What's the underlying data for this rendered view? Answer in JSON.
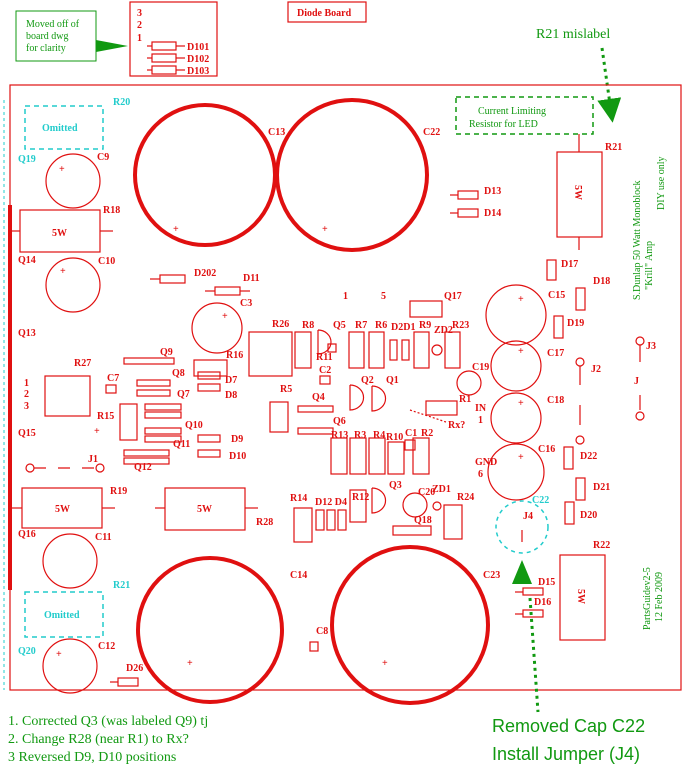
{
  "title": "Diode Board",
  "moved_note": [
    "Moved off of",
    "board dwg",
    "for clarity"
  ],
  "diode_board": {
    "numbers": [
      "3",
      "2",
      "1"
    ],
    "diodes": [
      "D101",
      "D102",
      "D103"
    ]
  },
  "r21_mislabel": "R21 mislabel",
  "current_limit_note": [
    "Current Limiting",
    "Resistor for LED"
  ],
  "side_title": [
    "S.Dunlap 50 Watt Monoblock",
    "\"Krill\" Amp",
    "DIY use only"
  ],
  "parts_guide": [
    "PartsGuidev2-5",
    "12 Feb 2009"
  ],
  "omitted": "Omitted",
  "resistor_5w": "5W",
  "labels": {
    "C13": "C13",
    "C22": "C22",
    "C14": "C14",
    "C23": "C23",
    "R20": "R20",
    "R21": "R21",
    "R18": "R18",
    "R22": "R22",
    "R28": "R28",
    "R19": "R19",
    "R26": "R26",
    "R27": "R27",
    "R15": "R15",
    "R16": "R16",
    "R5": "R5",
    "R8": "R8",
    "R7": "R7",
    "R6": "R6",
    "R9": "R9",
    "R23": "R23",
    "R11": "R11",
    "R13": "R13",
    "R3": "R3",
    "R4": "R4",
    "R10": "R10",
    "R2": "R2",
    "R1": "R1",
    "R14": "R14",
    "R12": "R12",
    "R24": "R24",
    "Rx": "Rx?",
    "Q19": "Q19",
    "Q14": "Q14",
    "Q13": "Q13",
    "Q15": "Q15",
    "Q16": "Q16",
    "Q20": "Q20",
    "Q9": "Q9",
    "Q8": "Q8",
    "Q7": "Q7",
    "Q10": "Q10",
    "Q11": "Q11",
    "Q12": "Q12",
    "Q5": "Q5",
    "Q4": "Q4",
    "Q6": "Q6",
    "Q2": "Q2",
    "Q1": "Q1",
    "Q3": "Q3",
    "Q17": "Q17",
    "Q18": "Q18",
    "C9": "C9",
    "C10": "C10",
    "C11": "C11",
    "C12": "C12",
    "C3": "C3",
    "C7": "C7",
    "C2": "C2",
    "C1": "C1",
    "C20": "C20",
    "C8": "C8",
    "C15": "C15",
    "C17": "C17",
    "C18": "C18",
    "C16": "C16",
    "C19": "C19",
    "C22b": "C22",
    "D202": "D202",
    "D11": "D11",
    "D13": "D13",
    "D14": "D14",
    "D17": "D17",
    "D18": "D18",
    "D19": "D19",
    "D7": "D7",
    "D8": "D8",
    "D9": "D9",
    "D10": "D10",
    "D22": "D22",
    "D21": "D21",
    "D20": "D20",
    "D15": "D15",
    "D16": "D16",
    "D26": "D26",
    "D2D1": "D2D1",
    "ZD2": "ZD2",
    "ZD1": "ZD1",
    "D12D4": "D12 D4",
    "J1": "J1",
    "J2": "J2",
    "J3": "J3",
    "J4": "J4",
    "J": "J",
    "IN": "IN",
    "IN1": "1",
    "GND": "GND",
    "GND6": "6",
    "n1": "1",
    "n5": "5",
    "pin1": "1",
    "pin2": "2",
    "pin3": "3"
  },
  "notes": [
    "1.   Corrected Q3 (was labeled Q9) tj",
    "2.   Change R28 (near R1) to Rx?",
    "3   Reversed D9, D10 positions"
  ],
  "removed_cap": "Removed Cap C22",
  "install_jumper": "Install Jumper (J4)"
}
